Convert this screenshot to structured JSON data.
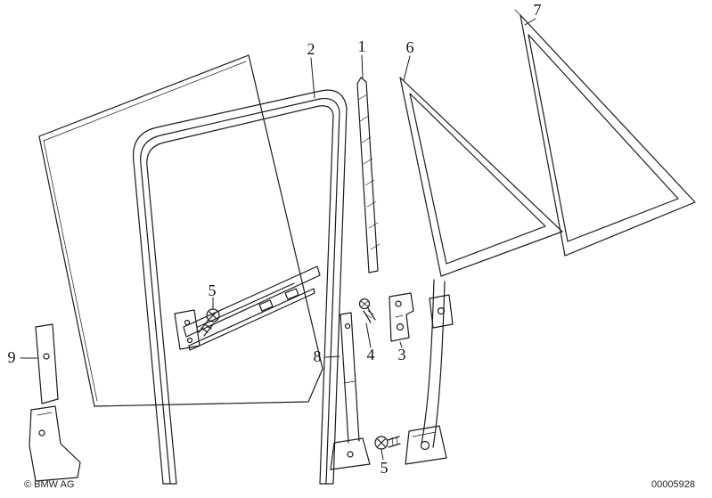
{
  "labels": {
    "part1": "1",
    "part2": "2",
    "part3": "3",
    "part4": "4",
    "part5_upper": "5",
    "part5_lower": "5",
    "part6": "6",
    "part7": "7",
    "part8": "8",
    "part9": "9"
  },
  "footer": {
    "copyright": "© BMW AG",
    "document_number": "00005928"
  },
  "colors": {
    "background": "#ffffff",
    "line": "#1a1a1a"
  }
}
